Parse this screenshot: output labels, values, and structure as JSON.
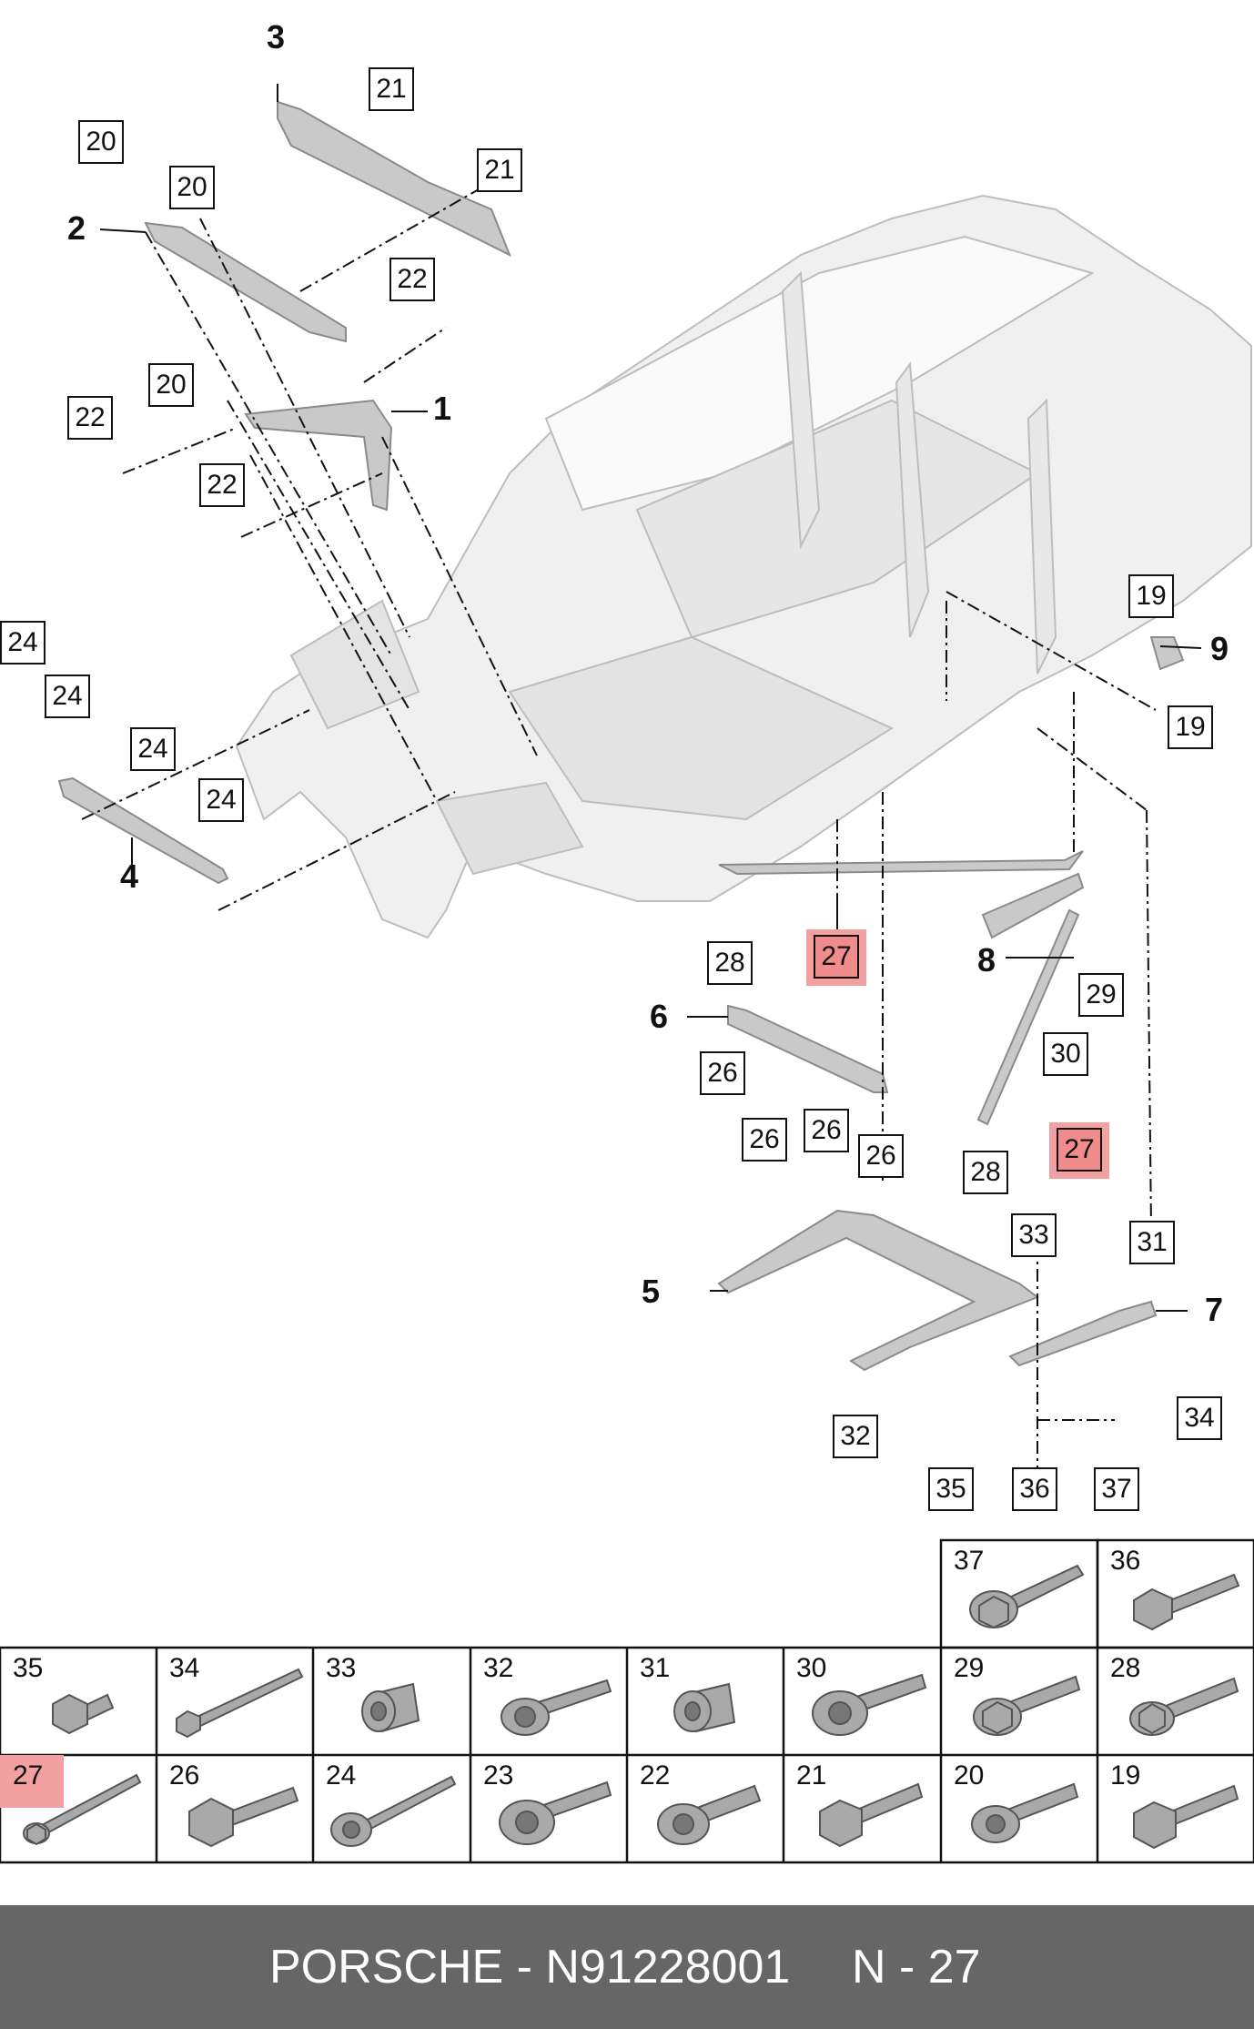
{
  "diagram": {
    "callouts": [
      "3",
      "21",
      "21",
      "20",
      "20",
      "20",
      "22",
      "22",
      "22",
      "24",
      "24",
      "24",
      "24",
      "19",
      "19",
      "28",
      "27",
      "29",
      "30",
      "26",
      "26",
      "26",
      "26",
      "28",
      "27",
      "33",
      "31",
      "32",
      "34",
      "35",
      "36",
      "37"
    ],
    "assembly_labels": [
      "1",
      "2",
      "3",
      "4",
      "5",
      "6",
      "7",
      "8",
      "9"
    ],
    "highlighted_part": "27"
  },
  "parts_table": {
    "top_row": [
      "37",
      "36"
    ],
    "middle_row": [
      "35",
      "34",
      "33",
      "32",
      "31",
      "30",
      "29",
      "28"
    ],
    "bottom_row": [
      "27",
      "26",
      "24",
      "23",
      "22",
      "21",
      "20",
      "19"
    ],
    "highlighted": "27"
  },
  "colors": {
    "highlight": "#f3a0a0",
    "footer_bg": "#666666",
    "line": "#111111"
  },
  "footer": {
    "brand_part": "PORSCHE - N91228001",
    "position": "N - 27"
  }
}
